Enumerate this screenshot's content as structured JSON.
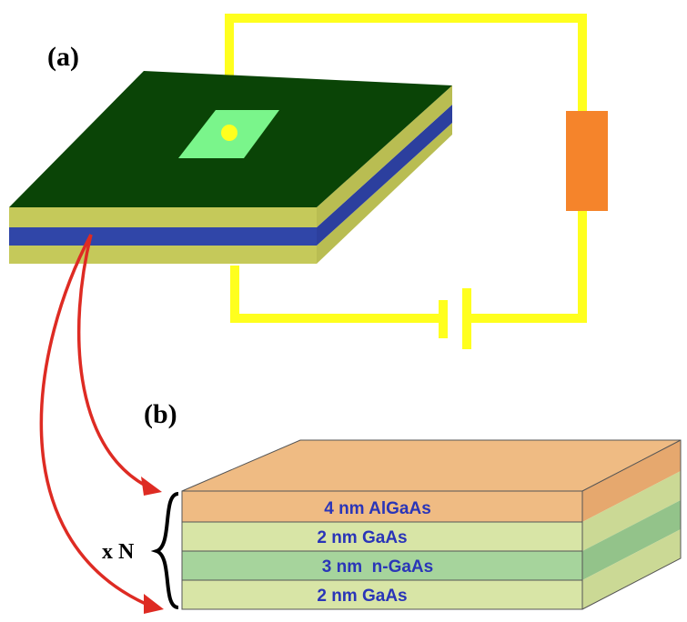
{
  "panels": {
    "a_label": "(a)",
    "b_label": "(b)"
  },
  "stack": {
    "repeat_label": "x N",
    "layers": [
      {
        "text": "4 nm AlGaAs",
        "color": "#efbb83"
      },
      {
        "text": "2 nm GaAs",
        "color": "#d8e5a6"
      },
      {
        "text": "3 nm  n-GaAs",
        "color": "#a6d49c"
      },
      {
        "text": "2 nm GaAs",
        "color": "#d8e5a6"
      }
    ]
  },
  "colors": {
    "device_top": "#0a4406",
    "contact": "#7af58b",
    "wire": "#ffff1e",
    "resistor": "#f5842b",
    "substrate": "#c5c95a",
    "active_layer": "#3046a8",
    "arrow": "#de2b23"
  },
  "components": [
    "resistor",
    "battery",
    "top-contact",
    "semiconductor-chip"
  ]
}
